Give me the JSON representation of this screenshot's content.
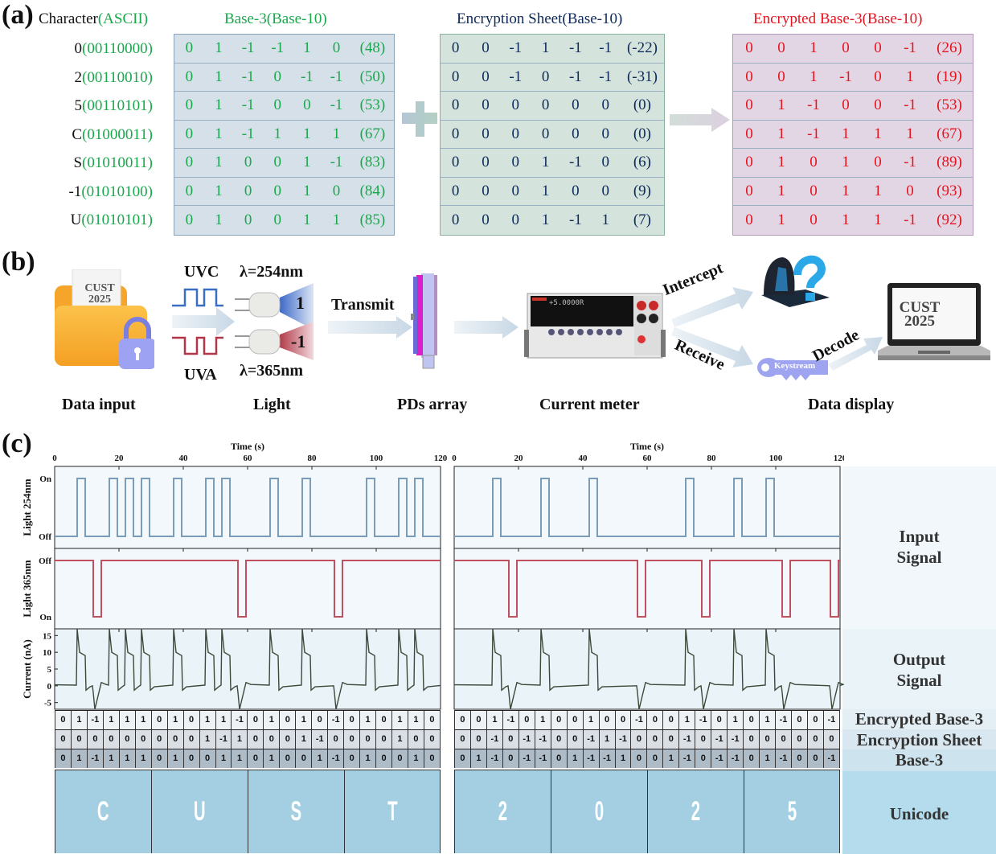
{
  "panel_a": {
    "label": "(a)",
    "character_header": "Character",
    "ascii_header": "(ASCII)",
    "base3_title": "Base-3(Base-10)",
    "sheet_title": "Encryption Sheet(Base-10)",
    "encrypted_title": "Encrypted Base-3(Base-10)",
    "characters": [
      {
        "char": "0",
        "ascii": "(00110000)"
      },
      {
        "char": "2",
        "ascii": "(00110010)"
      },
      {
        "char": "5",
        "ascii": "(00110101)"
      },
      {
        "char": "C",
        "ascii": "(01000011)"
      },
      {
        "char": "S",
        "ascii": "(01010011)"
      },
      {
        "char": "-1",
        "ascii": "(01010100)"
      },
      {
        "char": "U",
        "ascii": "(01010101)"
      }
    ],
    "base3_rows": [
      {
        "digits": [
          "0",
          "1",
          "-1",
          "-1",
          "1",
          "0"
        ],
        "dec": "(48)"
      },
      {
        "digits": [
          "0",
          "1",
          "-1",
          "0",
          "-1",
          "-1"
        ],
        "dec": "(50)"
      },
      {
        "digits": [
          "0",
          "1",
          "-1",
          "0",
          "0",
          "-1"
        ],
        "dec": "(53)"
      },
      {
        "digits": [
          "0",
          "1",
          "-1",
          "1",
          "1",
          "1"
        ],
        "dec": "(67)"
      },
      {
        "digits": [
          "0",
          "1",
          "0",
          "0",
          "1",
          "-1"
        ],
        "dec": "(83)"
      },
      {
        "digits": [
          "0",
          "1",
          "0",
          "0",
          "1",
          "0"
        ],
        "dec": "(84)"
      },
      {
        "digits": [
          "0",
          "1",
          "0",
          "0",
          "1",
          "1"
        ],
        "dec": "(85)"
      }
    ],
    "sheet_rows": [
      {
        "digits": [
          "0",
          "0",
          "-1",
          "1",
          "-1",
          "-1"
        ],
        "dec": "(-22)"
      },
      {
        "digits": [
          "0",
          "0",
          "-1",
          "0",
          "-1",
          "-1"
        ],
        "dec": "(-31)"
      },
      {
        "digits": [
          "0",
          "0",
          "0",
          "0",
          "0",
          "0"
        ],
        "dec": "(0)"
      },
      {
        "digits": [
          "0",
          "0",
          "0",
          "0",
          "0",
          "0"
        ],
        "dec": "(0)"
      },
      {
        "digits": [
          "0",
          "0",
          "0",
          "1",
          "-1",
          "0"
        ],
        "dec": "(6)"
      },
      {
        "digits": [
          "0",
          "0",
          "0",
          "1",
          "0",
          "0"
        ],
        "dec": "(9)"
      },
      {
        "digits": [
          "0",
          "0",
          "0",
          "1",
          "-1",
          "1"
        ],
        "dec": "(7)"
      }
    ],
    "encrypted_rows": [
      {
        "digits": [
          "0",
          "0",
          "1",
          "0",
          "0",
          "-1"
        ],
        "dec": "(26)"
      },
      {
        "digits": [
          "0",
          "0",
          "1",
          "-1",
          "0",
          "1"
        ],
        "dec": "(19)"
      },
      {
        "digits": [
          "0",
          "1",
          "-1",
          "0",
          "0",
          "-1"
        ],
        "dec": "(53)"
      },
      {
        "digits": [
          "0",
          "1",
          "-1",
          "1",
          "1",
          "1"
        ],
        "dec": "(67)"
      },
      {
        "digits": [
          "0",
          "1",
          "0",
          "1",
          "0",
          "-1"
        ],
        "dec": "(89)"
      },
      {
        "digits": [
          "0",
          "1",
          "0",
          "1",
          "1",
          "0"
        ],
        "dec": "(93)"
      },
      {
        "digits": [
          "0",
          "1",
          "0",
          "1",
          "1",
          "-1"
        ],
        "dec": "(92)"
      }
    ],
    "colors": {
      "ascii": "#1aa84d",
      "sheet": "#0d2a5a",
      "encrypted": "#e5141e"
    }
  },
  "panel_b": {
    "label": "(b)",
    "folder_text_line1": "CUST",
    "folder_text_line2": "2025",
    "uvc": "UVC",
    "uva": "UVA",
    "lambda_254": "λ=254nm",
    "lambda_365": "λ=365nm",
    "value_pos": "1",
    "value_neg": "-1",
    "transmit": "Transmit",
    "intercept": "Intercept",
    "receive": "Receive",
    "decode": "Decode",
    "keystream": "Keystream",
    "meter_readout": "+5.0000R",
    "laptop_line1": "CUST",
    "laptop_line2": "2025",
    "captions": {
      "data_input": "Data input",
      "light": "Light",
      "pds_array": "PDs array",
      "current_meter": "Current meter",
      "data_display": "Data display"
    }
  },
  "panel_c": {
    "label": "(c)",
    "side_labels": {
      "input_signal": "Input\nSignal",
      "output_signal": "Output\nSignal",
      "encrypted_base3": "Encrypted Base-3",
      "encryption_sheet": "Encryption Sheet",
      "base3": "Base-3",
      "unicode": "Unicode"
    },
    "left": {
      "encrypted": [
        "0",
        "1",
        "-1",
        "1",
        "1",
        "1",
        "0",
        "1",
        "0",
        "1",
        "1",
        "-1",
        "0",
        "1",
        "0",
        "1",
        "0",
        "-1",
        "0",
        "1",
        "0",
        "1",
        "1",
        "0"
      ],
      "sheet": [
        "0",
        "0",
        "0",
        "0",
        "0",
        "0",
        "0",
        "0",
        "0",
        "1",
        "-1",
        "1",
        "0",
        "0",
        "0",
        "1",
        "-1",
        "0",
        "0",
        "0",
        "0",
        "1",
        "0",
        "0"
      ],
      "base3": [
        "0",
        "1",
        "-1",
        "1",
        "1",
        "1",
        "0",
        "1",
        "0",
        "0",
        "1",
        "1",
        "0",
        "1",
        "0",
        "0",
        "1",
        "-1",
        "0",
        "1",
        "0",
        "0",
        "1",
        "0"
      ],
      "unicode": [
        "C",
        "U",
        "S",
        "T"
      ]
    },
    "right": {
      "encrypted": [
        "0",
        "0",
        "1",
        "-1",
        "0",
        "1",
        "0",
        "0",
        "1",
        "0",
        "0",
        "-1",
        "0",
        "0",
        "1",
        "-1",
        "0",
        "1",
        "0",
        "1",
        "-1",
        "0",
        "0",
        "-1"
      ],
      "sheet": [
        "0",
        "0",
        "-1",
        "0",
        "-1",
        "-1",
        "0",
        "0",
        "-1",
        "1",
        "-1",
        "0",
        "0",
        "0",
        "-1",
        "0",
        "-1",
        "-1",
        "0",
        "0",
        "0",
        "0",
        "0",
        "0"
      ],
      "base3": [
        "0",
        "1",
        "-1",
        "0",
        "-1",
        "-1",
        "0",
        "1",
        "-1",
        "-1",
        "1",
        "0",
        "0",
        "1",
        "-1",
        "0",
        "-1",
        "-1",
        "0",
        "1",
        "-1",
        "0",
        "0",
        "-1"
      ],
      "unicode": [
        "2",
        "0",
        "2",
        "5"
      ]
    }
  },
  "chart_data": [
    {
      "type": "line",
      "title": "Light 254nm (left)",
      "xlabel": "Time (s)",
      "ylabel": "Light 254nm",
      "xlim": [
        0,
        120
      ],
      "xticks": [
        "0",
        "20",
        "40",
        "60",
        "80",
        "100",
        "120"
      ],
      "yticks": [
        "Off",
        "On"
      ],
      "pulse_width_s": 2.5,
      "pulse_starts_s": [
        7,
        17,
        22,
        27,
        37,
        47,
        52,
        67,
        77,
        97,
        107,
        112
      ],
      "color": "#7a9cb8"
    },
    {
      "type": "line",
      "title": "Light 365nm (left)",
      "ylabel": "Light 365nm",
      "xlim": [
        0,
        120
      ],
      "yticks": [
        "Off",
        "On"
      ],
      "pulse_width_s": 2.5,
      "pulse_starts_s": [
        12,
        57,
        87
      ],
      "color": "#c0505f"
    },
    {
      "type": "line",
      "title": "Current (left)",
      "ylabel": "Current (nA)",
      "xlim": [
        0,
        120
      ],
      "ylim": [
        -7,
        17
      ],
      "yticks": [
        "-5",
        "0",
        "5",
        "10",
        "15"
      ],
      "positive_spikes_s": [
        7,
        17,
        22,
        27,
        37,
        47,
        52,
        67,
        77,
        97,
        107,
        112
      ],
      "negative_spikes_s": [
        12,
        57,
        87
      ],
      "spike_peak_nA": 17,
      "negative_peak_nA": -7,
      "color": "#3a4a3a"
    },
    {
      "type": "line",
      "title": "Light 254nm (right)",
      "xlabel": "Time (s)",
      "xlim": [
        0,
        120
      ],
      "xticks": [
        "0",
        "20",
        "40",
        "60",
        "80",
        "100",
        "120"
      ],
      "pulse_width_s": 2.5,
      "pulse_starts_s": [
        12,
        27,
        42,
        72,
        87,
        97
      ],
      "color": "#7a9cb8"
    },
    {
      "type": "line",
      "title": "Light 365nm (right)",
      "xlim": [
        0,
        120
      ],
      "pulse_width_s": 2.5,
      "pulse_starts_s": [
        17,
        57,
        77,
        102,
        117
      ],
      "color": "#c0505f"
    },
    {
      "type": "line",
      "title": "Current (right)",
      "xlim": [
        0,
        120
      ],
      "ylim": [
        -7,
        17
      ],
      "positive_spikes_s": [
        12,
        27,
        42,
        72,
        87,
        97
      ],
      "negative_spikes_s": [
        17,
        57,
        77,
        102,
        117
      ],
      "spike_peak_nA": 17,
      "negative_peak_nA": -7,
      "color": "#3a4a3a"
    }
  ]
}
